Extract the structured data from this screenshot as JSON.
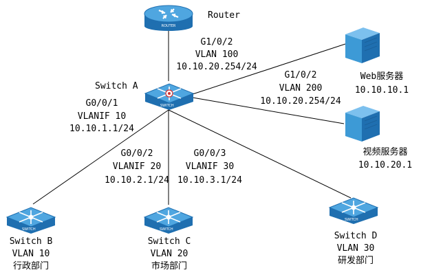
{
  "colors": {
    "device": "#3d9ad6",
    "device_dark": "#1f6fb0",
    "link": "#000000"
  },
  "router": {
    "label": "Router",
    "badge": "ROUTER",
    "icon": "router-icon"
  },
  "switch_a": {
    "label": "Switch A",
    "badge": "SWITCH",
    "icon": "switch-icon"
  },
  "uplink": {
    "port": "G1/0/2",
    "vlan": "VLAN 100",
    "ip": "10.10.20.254/24"
  },
  "server_link": {
    "port": "G1/0/2",
    "vlan": "VLAN 200",
    "ip": "10.10.20.254/24"
  },
  "web_server": {
    "name": "Web服务器",
    "ip": "10.10.10.1",
    "icon": "server-icon"
  },
  "video_server": {
    "name": "视频服务器",
    "ip": "10.10.20.1",
    "icon": "server-icon"
  },
  "link_b": {
    "port": "G0/0/1",
    "vlanif": "VLANIF 10",
    "ip": "10.10.1.1/24"
  },
  "link_c": {
    "port": "G0/0/2",
    "vlanif": "VLANIF 20",
    "ip": "10.10.2.1/24"
  },
  "link_d": {
    "port": "G0/0/3",
    "vlanif": "VLANIF 30",
    "ip": "10.10.3.1/24"
  },
  "switch_b": {
    "label": "Switch B",
    "vlan": "VLAN 10",
    "dept": "行政部门",
    "badge": "SWITCH"
  },
  "switch_c": {
    "label": "Switch C",
    "vlan": "VLAN 20",
    "dept": "市场部门",
    "badge": "SWITCH"
  },
  "switch_d": {
    "label": "Switch D",
    "vlan": "VLAN 30",
    "dept": "研发部门",
    "badge": "SWITCH"
  }
}
